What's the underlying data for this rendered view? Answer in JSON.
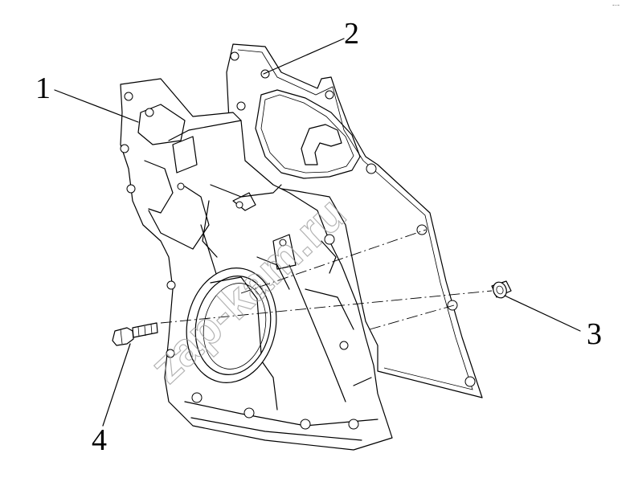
{
  "diagram": {
    "callouts": [
      {
        "label": "1"
      },
      {
        "label": "2"
      },
      {
        "label": "3"
      },
      {
        "label": "4"
      }
    ],
    "watermark": "zap-kam.ru",
    "corner_mark": "-·-"
  }
}
